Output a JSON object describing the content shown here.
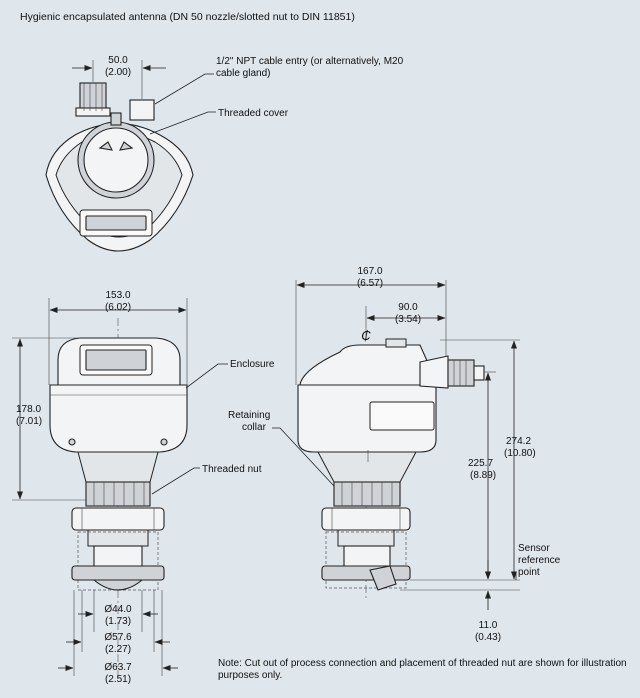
{
  "title": "Hygienic encapsulated antenna (DN 50 nozzle/slotted nut to DIN 11851)",
  "top_view": {
    "dim_width": {
      "mm": "50.0",
      "in": "(2.00)"
    },
    "callout_cable_line1": "1/2\" NPT cable entry (or alternatively, M20",
    "callout_cable_line2": "cable gland)",
    "callout_cover": "Threaded cover"
  },
  "front_view": {
    "dim_width": {
      "mm": "153.0",
      "in": "(6.02)"
    },
    "dim_height": {
      "mm": "178.0",
      "in": "(7.01)"
    },
    "callout_enclosure": "Enclosure",
    "callout_nut": "Threaded nut",
    "dia_1": {
      "mm": "Ø44.0",
      "in": "(1.73)"
    },
    "dia_2": {
      "mm": "Ø57.6",
      "in": "(2.27)"
    },
    "dia_3": {
      "mm": "Ø63.7",
      "in": "(2.51)"
    }
  },
  "side_view": {
    "dim_total_width": {
      "mm": "167.0",
      "in": "(6.57)"
    },
    "dim_half_width": {
      "mm": "90.0",
      "in": "(3.54)"
    },
    "centerline_symbol": "₵",
    "callout_collar_line1": "Retaining",
    "callout_collar_line2": "collar",
    "dim_height_225": {
      "mm": "225.7",
      "in": "(8.89)"
    },
    "dim_height_274": {
      "mm": "274.2",
      "in": "(10.80)"
    },
    "callout_sensor_line1": "Sensor",
    "callout_sensor_line2": "reference",
    "callout_sensor_line3": "point",
    "dim_bottom": {
      "mm": "11.0",
      "in": "(0.43)"
    }
  },
  "note_line1": "Note: Cut out of process connection and placement of threaded nut are shown for illustration",
  "note_line2": "purposes only."
}
